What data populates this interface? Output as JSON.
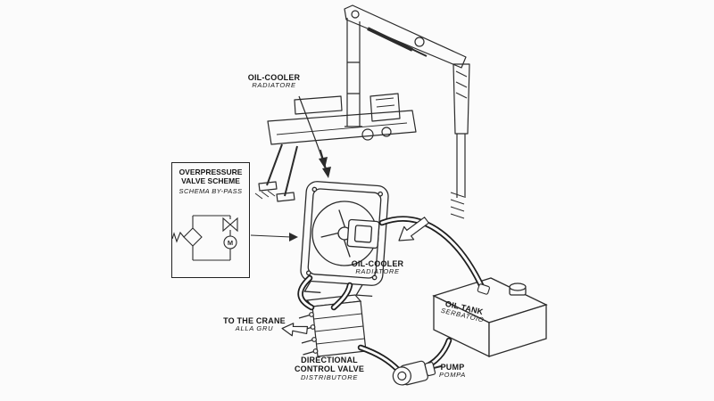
{
  "diagram": {
    "type": "technical-schematic",
    "subject": "Crane hydraulic oil cooling circuit",
    "colors": {
      "ink": "#2b2b2b",
      "paper": "#fbfbfb"
    },
    "labels": {
      "oil_cooler_crane": {
        "name": "OIL-COOLER",
        "alt": "RADIATORE"
      },
      "overpressure_box": {
        "line1": "OVERPRESSURE",
        "line2": "VALVE SCHEME",
        "alt": "SCHEMA BY-PASS",
        "motor_letter": "M"
      },
      "oil_cooler_unit": {
        "name": "OIL-COOLER",
        "alt": "RADIATORE"
      },
      "oil_tank": {
        "name": "OIL TANK",
        "alt": "SERBATOIO"
      },
      "to_the_crane": {
        "name": "TO THE CRANE",
        "alt": "ALLA GRU"
      },
      "directional_valve": {
        "line1": "DIRECTIONAL",
        "line2": "CONTROL VALVE",
        "alt": "DISTRIBUTORE"
      },
      "pump": {
        "name": "PUMP",
        "alt": "POMPA"
      }
    }
  }
}
